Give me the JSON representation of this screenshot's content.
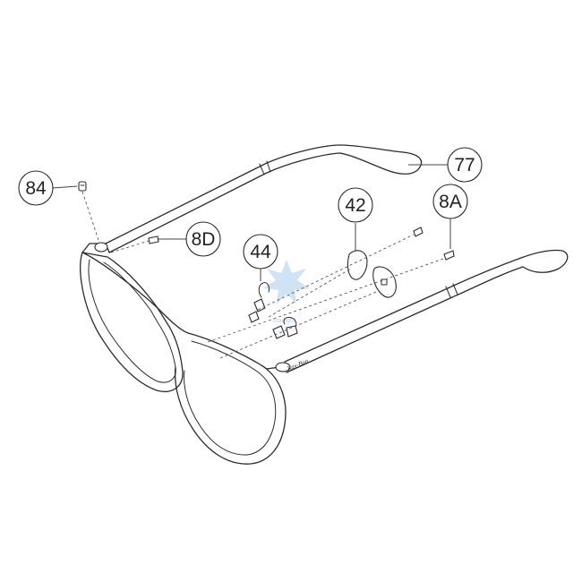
{
  "diagram": {
    "callouts": [
      {
        "id": "c84",
        "label": "84"
      },
      {
        "id": "c8D",
        "label": "8D"
      },
      {
        "id": "c44",
        "label": "44"
      },
      {
        "id": "c42",
        "label": "42"
      },
      {
        "id": "c8A",
        "label": "8A"
      },
      {
        "id": "c77",
        "label": "77"
      }
    ],
    "temple_logo": "Ray-Ban",
    "watermark": "starlight",
    "colors": {
      "line": "#2b2b2b",
      "background": "#ffffff",
      "watermark": "#cfe3f5"
    }
  }
}
